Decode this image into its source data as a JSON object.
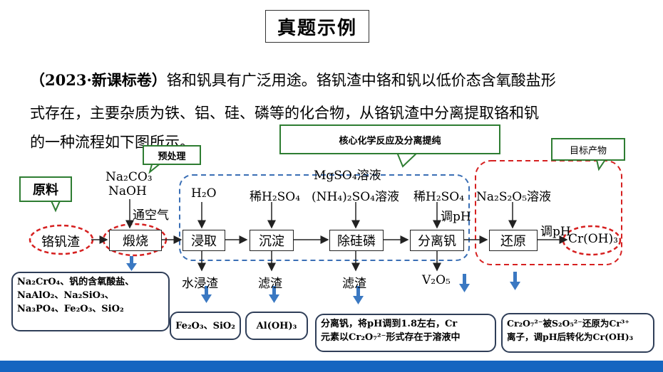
{
  "title": "真题示例",
  "paragraph": {
    "lead": "（2023·新课标卷）",
    "line1": "铬和钒具有广泛用途。铬钒渣中铬和钒以低价态含氧酸盐形",
    "line2": "式存在，主要杂质为铁、铝、硅、磷等的化合物，从铬钒渣中分离提取铬和钒",
    "line3": "的一种流程如下图所示。"
  },
  "labels": {
    "raw": "原料",
    "pretreat": "预处理",
    "core": "核心化学反应及分离提纯",
    "target": "目标产物"
  },
  "process": {
    "start": "铬钒渣",
    "roast": "煅烧",
    "leach": "浸取",
    "precip": "沉淀",
    "desi": "除硅磷",
    "sepv": "分离钒",
    "reduce": "还原",
    "product": "Cr(OH)₃"
  },
  "reagents": {
    "na2co3": "Na₂CO₃",
    "naoh": "NaOH",
    "air": "通空气",
    "h2o": "H₂O",
    "h2so4_a": "稀H₂SO₄",
    "mgso4": "MgSO₄溶液",
    "nh4so4": "(NH₄)₂SO₄溶液",
    "h2so4_b": "稀H₂SO₄",
    "adj_ph_1": "调pH",
    "na2s2o5": "Na₂S₂O₅溶液",
    "adj_ph_2": "调pH"
  },
  "outputs": {
    "water_residue": "水浸渣",
    "filter_residue_1": "滤渣",
    "filter_residue_2": "滤渣",
    "v2o5": "V₂O₅"
  },
  "callouts": {
    "roast_products": [
      "Na₂CrO₄、钒的含氧酸盐、",
      "NaAlO₂、Na₂SiO₃、",
      "Na₃PO₄、Fe₂O₃、SiO₂"
    ],
    "water_residue": "Fe₂O₃、SiO₂",
    "filter_residue": "Al(OH)₃",
    "sep_v": [
      "分离钒，将pH调到1.8左右，Cr",
      "元素以Cr₂O₇²⁻形式存在于溶液中"
    ],
    "reduce": [
      "Cr₂O₇²⁻被S₂O₅²⁻还原为Cr³⁺",
      "离子，调pH后转化为Cr(OH)₃"
    ]
  },
  "colors": {
    "arrow_blue": "#3a78c2",
    "dashed_blue": "#3a6fb5",
    "dashed_red": "#d62020",
    "green": "#2e7d32",
    "bar": "#1565c0"
  }
}
